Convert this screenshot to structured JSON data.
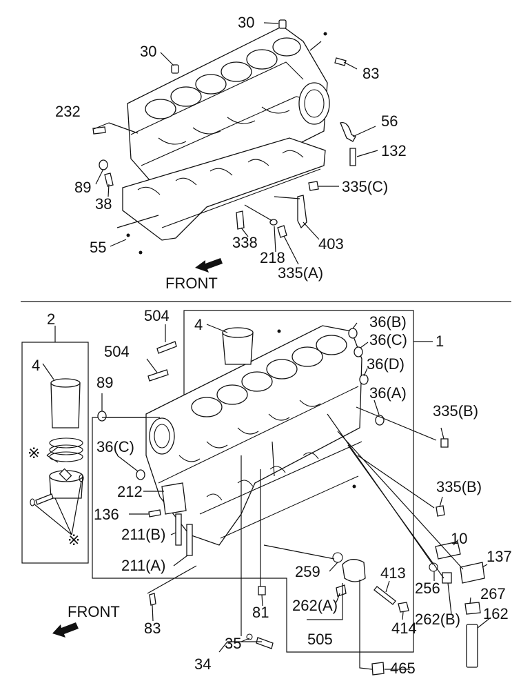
{
  "upper": {
    "front_label": "FRONT",
    "callouts": {
      "c30a": "30",
      "c30b": "30",
      "c83": "83",
      "c232": "232",
      "c56": "56",
      "c132": "132",
      "c89": "89",
      "c38": "38",
      "c335c": "335(C)",
      "c55": "55",
      "c338": "338",
      "c403": "403",
      "c218": "218",
      "c335a": "335(A)"
    }
  },
  "lower": {
    "front_label": "FRONT",
    "callouts": {
      "c2": "2",
      "c504a": "504",
      "c504b": "504",
      "c4a": "4",
      "c4b": "4",
      "c36b": "36(B)",
      "c36c": "36(C)",
      "c1": "1",
      "c36d": "36(D)",
      "c36a": "36(A)",
      "c89": "89",
      "c335b1": "335(B)",
      "c36c2": "36(C)",
      "c212": "212",
      "c335b2": "335(B)",
      "c136": "136",
      "c211b": "211(B)",
      "c211a": "211(A)",
      "c10": "10",
      "c137": "137",
      "c259": "259",
      "c413": "413",
      "c256": "256",
      "c267": "267",
      "c262a": "262(A)",
      "c81": "81",
      "c262b": "262(B)",
      "c162": "162",
      "c83": "83",
      "c414": "414",
      "c505": "505",
      "c35": "35",
      "c34": "34",
      "c465": "465"
    },
    "note_marks": {
      "k1": "※",
      "k2": "※"
    }
  }
}
